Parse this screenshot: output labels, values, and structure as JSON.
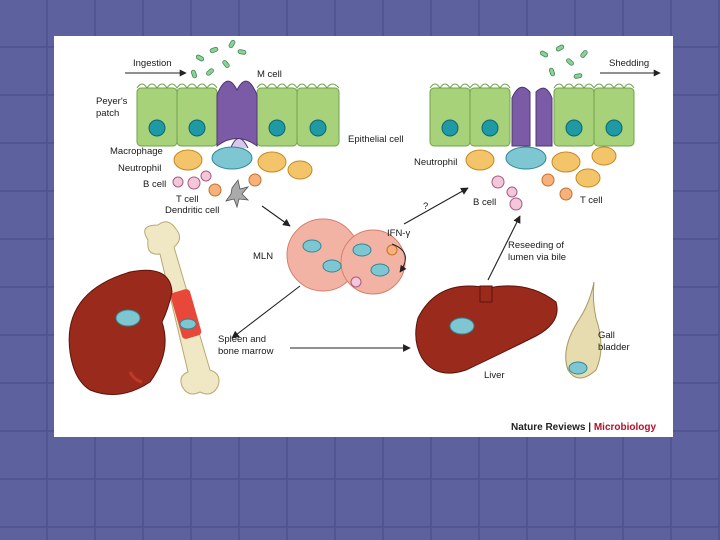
{
  "labels": {
    "ingestion": "Ingestion",
    "m_cell": "M cell",
    "peyers_patch_1": "Peyer's",
    "peyers_patch_2": "patch",
    "epithelial_cell": "Epithelial cell",
    "macrophage": "Macrophage",
    "neutrophil_left": "Neutrophil",
    "b_cell_left": "B cell",
    "t_cell_left": "T cell",
    "dendritic_cell": "Dendritic cell",
    "mln": "MLN",
    "ifn_gamma": "IFN-γ",
    "question": "?",
    "shedding": "Shedding",
    "neutrophil_right": "Neutrophil",
    "b_cell_right": "B cell",
    "t_cell_right": "T cell",
    "reseeding_1": "Reseeding of",
    "reseeding_2": "lumen via bile",
    "spleen_1": "Spleen and",
    "spleen_2": "bone marrow",
    "liver": "Liver",
    "gall_1": "Gall",
    "gall_2": "bladder"
  },
  "credit": {
    "journal": "Nature Reviews",
    "separator": " | ",
    "section": "Microbiology"
  },
  "colors": {
    "slide_background": "#5b5f9c",
    "panel": "#ffffff",
    "epithelium": "#a8d27a",
    "nucleus": "#1f9aa5",
    "m_cell": "#7b5aa6",
    "mln": "#f3b3a4",
    "organ": "#9a2a1c",
    "bone": "#f0e8c4",
    "bacteria": "#8fcf9a",
    "credit_accent": "#b5102b"
  }
}
